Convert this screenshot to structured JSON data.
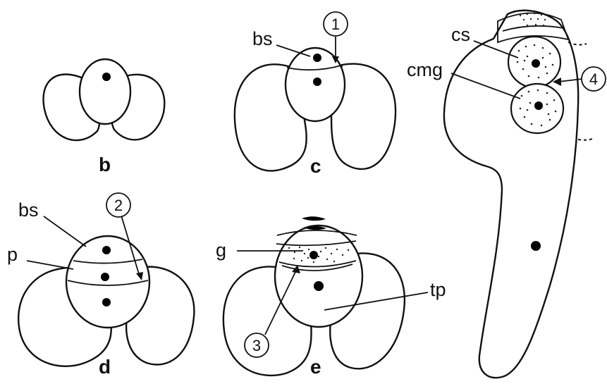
{
  "panels": {
    "b": {
      "label": "b"
    },
    "c": {
      "label": "c",
      "labels": [
        "bs"
      ],
      "marker": "1"
    },
    "d": {
      "label": "d",
      "labels": [
        "bs",
        "p"
      ],
      "marker": "2"
    },
    "e": {
      "label": "e",
      "labels": [
        "g",
        "tp"
      ],
      "marker": "3"
    },
    "f": {
      "labels": [
        "cs",
        "cmg"
      ],
      "marker": "4"
    }
  }
}
